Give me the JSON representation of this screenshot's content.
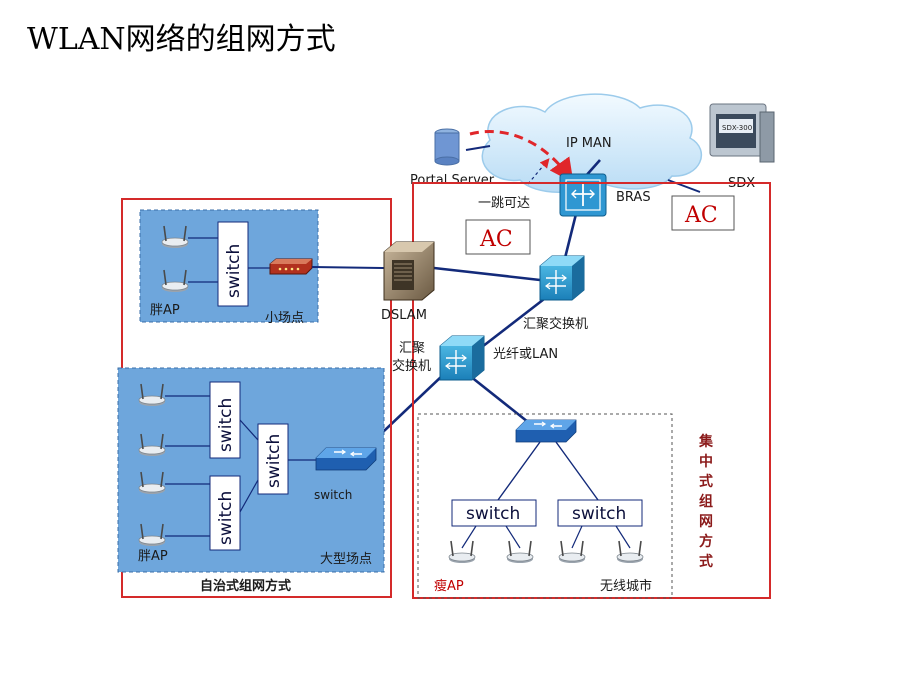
{
  "title": "WLAN网络的组网方式",
  "cloud": {
    "label": "IP MAN"
  },
  "nodes": {
    "portal_server": "Portal Server",
    "sdx": "SDX",
    "sdx_screen": "SDX-300",
    "bras": "BRAS",
    "one_hop": "一跳可达",
    "ac_left": "AC",
    "ac_right": "AC",
    "dslam": "DSLAM",
    "agg_switch_main": "汇聚交换机",
    "agg_switch_left_line1": "汇聚",
    "agg_switch_left_line2": "交换机",
    "fiber_lan": "光纤或LAN",
    "small_site": "小场点",
    "fat_ap_top": "胖AP",
    "fat_ap_bottom": "胖AP",
    "large_site": "大型场点",
    "switch_large": "switch",
    "switch_small_box": "switch",
    "switch_large_box_1": "switch",
    "switch_large_box_2": "switch",
    "switch_large_box_3": "switch",
    "switch_city_1": "switch",
    "switch_city_2": "switch",
    "thin_ap": "瘦AP",
    "wireless_city": "无线城市"
  },
  "regions": {
    "autonomous": "自治式组网方式",
    "centralized_chars": [
      "集",
      "中",
      "式",
      "组",
      "网",
      "方",
      "式"
    ]
  },
  "colors": {
    "region_border": "#d42a2a",
    "site_fill": "#6ea6dc",
    "cloud_fill": "#d6ecfb",
    "link": "#132a7a",
    "dashed_arrow": "#e0262a",
    "switch_blue": "#2f82c8"
  }
}
